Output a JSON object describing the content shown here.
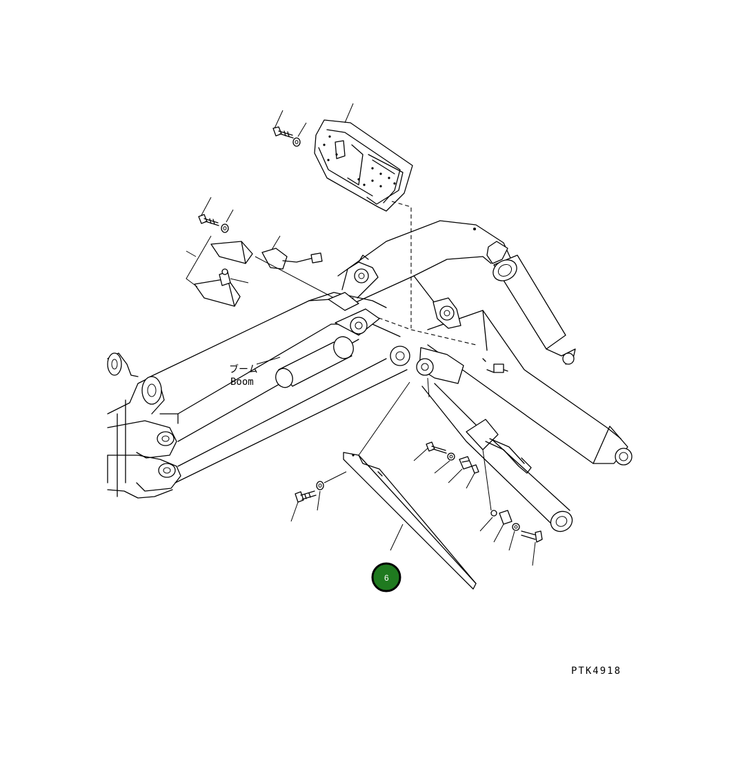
{
  "diagram": {
    "boom_label_jp": "ブーム",
    "boom_label_en": "Boom",
    "drawing_code": "PTK4918",
    "callout": {
      "number": "6",
      "color": "#1f7a1f"
    }
  }
}
